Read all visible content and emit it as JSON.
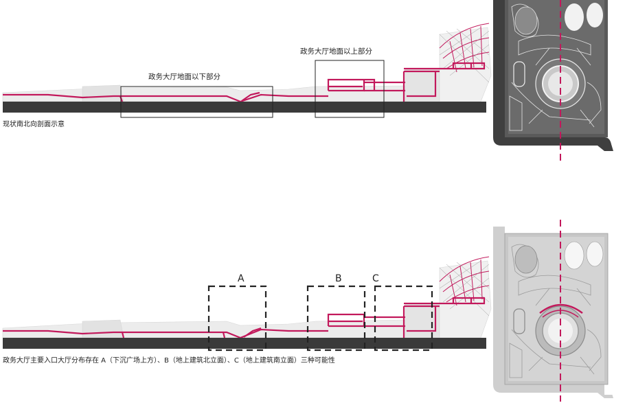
{
  "colors": {
    "accent": "#c2185b",
    "ground": "#3a3a3a",
    "frame": "#222222",
    "plan_dark": "#4a4a4a",
    "plan_light": "#bdbdbd"
  },
  "top_section": {
    "label_below": "政务大厅地面以下部分",
    "label_above": "政务大厅地面以上部分",
    "caption": "现状南北向剖面示意"
  },
  "bottom_section": {
    "zone_a": "A",
    "zone_b": "B",
    "zone_c": "C",
    "caption": "政务大厅主要入口大厅分布存在 A（下沉广场上方）、B（地上建筑北立面）、C（地上建筑南立面）三种可能性"
  }
}
